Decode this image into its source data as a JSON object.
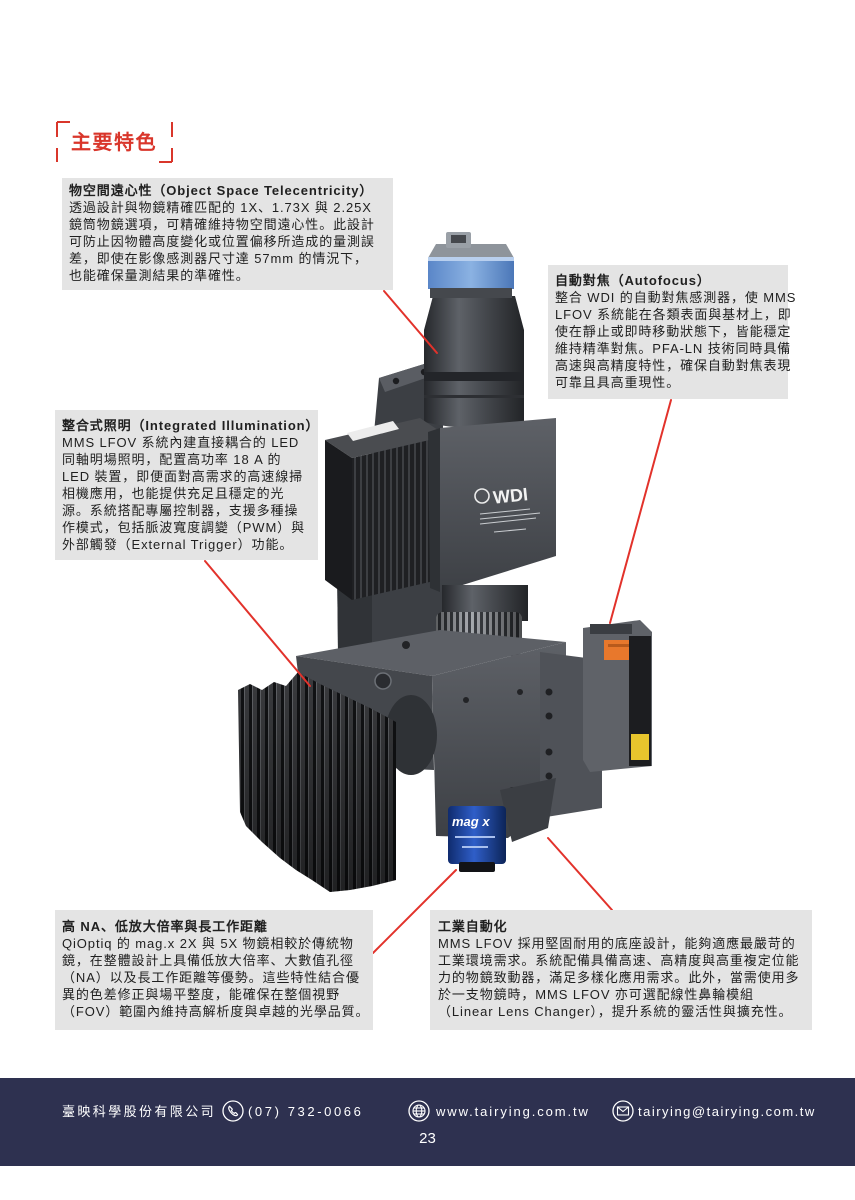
{
  "section": {
    "title": "主要特色"
  },
  "features": {
    "telecentricity": {
      "title": "物空間遠心性（Object Space Telecentricity）",
      "lines": [
        "透過設計與物鏡精確匹配的 1X、1.73X 與 2.25X",
        "鏡筒物鏡選項，可精確維持物空間遠心性。此設計",
        "可防止因物體高度變化或位置偏移所造成的量測誤",
        "差，即使在影像感測器尺寸達 57mm 的情況下，",
        "也能確保量測結果的準確性。"
      ]
    },
    "autofocus": {
      "title": "自動對焦（Autofocus）",
      "lines": [
        "整合 WDI 的自動對焦感測器，使 MMS",
        "LFOV 系統能在各類表面與基材上，即",
        "使在靜止或即時移動狀態下，皆能穩定",
        "維持精準對焦。PFA-LN 技術同時具備",
        "高速與高精度特性，確保自動對焦表現",
        "可靠且具高重現性。"
      ]
    },
    "illumination": {
      "title": "整合式照明（Integrated Illumination）",
      "lines": [
        "MMS LFOV 系統內建直接耦合的 LED",
        "同軸明場照明，配置高功率 18 A 的",
        "LED 裝置，即便面對高需求的高速線掃",
        "相機應用，也能提供充足且穩定的光",
        "源。系統搭配專屬控制器，支援多種操",
        "作模式，包括脈波寬度調變（PWM）與",
        "外部觸發（External Trigger）功能。"
      ]
    },
    "objective": {
      "title": "高 NA、低放大倍率與長工作距離",
      "lines": [
        "QiOptiq 的 mag.x 2X 與 5X 物鏡相較於傳統物",
        "鏡，在整體設計上具備低放大倍率、大數值孔徑",
        "（NA）以及長工作距離等優勢。這些特性結合優",
        "異的色差修正與場平整度，能確保在整個視野",
        "（FOV）範圍內維持高解析度與卓越的光學品質。"
      ]
    },
    "automation": {
      "title": "工業自動化",
      "lines": [
        "MMS LFOV 採用堅固耐用的底座設計，能夠適應最嚴苛的",
        "工業環境需求。系統配備具備高速、高精度與高重複定位能",
        "力的物鏡致動器，滿足多樣化應用需求。此外，當需使用多",
        "於一支物鏡時，MMS LFOV 亦可選配線性鼻輪模組",
        "（Linear Lens Changer），提升系統的靈活性與擴充性。"
      ]
    }
  },
  "product_image": {
    "wdi_label": "WDI",
    "objective_label": "mag x"
  },
  "footer": {
    "company": "臺映科學股份有限公司",
    "phone": "(07) 732-0066",
    "website": "www.tairying.com.tw",
    "email": "tairying@tairying.com.tw",
    "page_number": "23",
    "icons": [
      "phone-icon",
      "globe-icon",
      "mail-icon"
    ]
  },
  "colors": {
    "accent_red": "#d9362b",
    "feature_box_bg": "#e4e4e4",
    "footer_bg": "#2e3150",
    "objective_blue": "#2f5ec8",
    "camera_blue": "#8bb2e2",
    "connector_orange": "#e8782c"
  }
}
